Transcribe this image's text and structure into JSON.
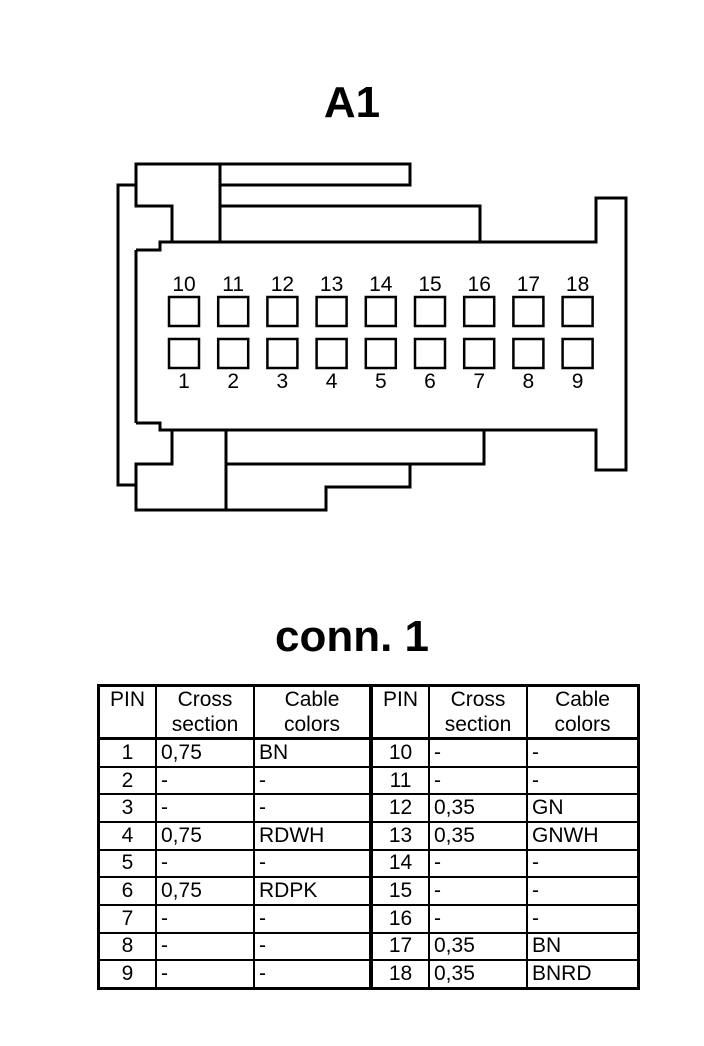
{
  "connector_title": "A1",
  "table_title": "conn. 1",
  "top_pins": [
    "10",
    "11",
    "12",
    "13",
    "14",
    "15",
    "16",
    "17",
    "18"
  ],
  "bottom_pins": [
    "1",
    "2",
    "3",
    "4",
    "5",
    "6",
    "7",
    "8",
    "9"
  ],
  "table": {
    "headers": [
      "PIN",
      "Cross section",
      "Cable colors",
      "PIN",
      "Cross section",
      "Cable colors"
    ],
    "rows": [
      [
        "1",
        "0,75",
        "BN",
        "10",
        "-",
        "-"
      ],
      [
        "2",
        "-",
        "-",
        "11",
        "-",
        "-"
      ],
      [
        "3",
        "-",
        "-",
        "12",
        "0,35",
        "GN"
      ],
      [
        "4",
        "0,75",
        "RDWH",
        "13",
        "0,35",
        "GNWH"
      ],
      [
        "5",
        "-",
        "-",
        "14",
        "-",
        "-"
      ],
      [
        "6",
        "0,75",
        "RDPK",
        "15",
        "-",
        "-"
      ],
      [
        "7",
        "-",
        "-",
        "16",
        "-",
        "-"
      ],
      [
        "8",
        "-",
        "-",
        "17",
        "0,35",
        "BN"
      ],
      [
        "9",
        "-",
        "-",
        "18",
        "0,35",
        "BNRD"
      ]
    ]
  }
}
